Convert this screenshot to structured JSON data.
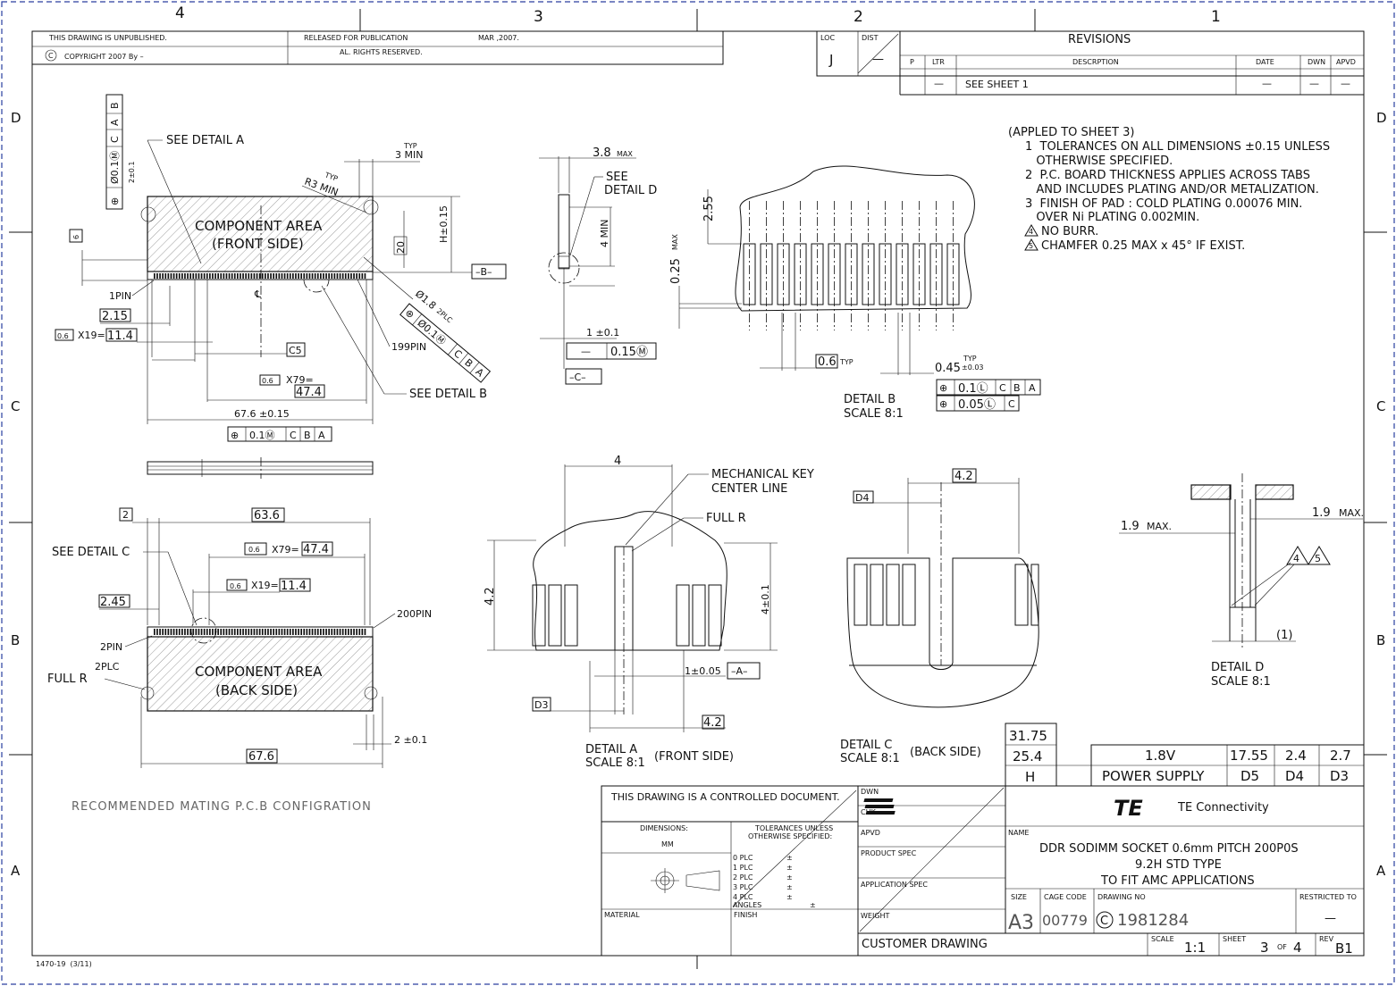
{
  "border": {
    "col_labels": [
      "4",
      "3",
      "2",
      "1"
    ],
    "row_labels": [
      "D",
      "C",
      "B",
      "A"
    ]
  },
  "header": {
    "unpublished": "THIS DRAWING IS UNPUBLISHED.",
    "released": "RELEASED FOR PUBLICATION",
    "release_date": "MAR ,2007.",
    "copyright": "COPYRIGHT 2007 By –",
    "rights": "AL. RIGHTS RESERVED."
  },
  "revisions": {
    "loc_label": "LOC",
    "loc_value": "J",
    "dist_label": "DIST",
    "dist_value": "—",
    "title": "REVISIONS",
    "columns": [
      "P",
      "LTR",
      "DESCRPTION",
      "DATE",
      "DWN",
      "APVD"
    ],
    "row": {
      "ltr": "—",
      "description": "SEE SHEET 1",
      "date": "—",
      "dwn": "—",
      "apvd": "—"
    }
  },
  "notes": {
    "heading": "(APPLED TO SHEET 3)",
    "lines": [
      "1  TOLERANCES ON ALL DIMENSIONS ±0.15 UNLESS",
      "   OTHERWISE SPECIFIED.",
      "2  P.C. BOARD THICKNESS APPLIES ACROSS TABS",
      "   AND INCLUDES PLATING AND/OR METALIZATION.",
      "3  FINISH OF PAD : COLD PLATING 0.00076 MIN.",
      "   OVER Ni PLATING 0.002MIN."
    ],
    "flag4": "NO BURR.",
    "flag5": "CHAMFER 0.25 MAX x 45° IF EXIST.",
    "flag4_num": "4",
    "flag5_num": "5"
  },
  "front_view": {
    "area_line1": "COMPONENT AREA",
    "area_line2": "(FRONT SIDE)",
    "see_detail_a": "SEE DETAIL A",
    "see_detail_b": "SEE DETAIL B",
    "pin1": "1PIN",
    "pin199": "199PIN",
    "typ": "TYP",
    "three_min": "3 MIN",
    "r3": "R3 MIN",
    "r3typ": "TYP",
    "h": "H±0.15",
    "dim20": "20",
    "datum_b": "–B–",
    "dim_6": "6",
    "dim_215": "2.15",
    "dim_06a": "0.6",
    "x19": "X19=",
    "dim_114": "11.4",
    "c5": "C5",
    "dim_06b": "0.6",
    "x79": "X79=",
    "dim_474": "47.4",
    "dim_676": "67.6 ±0.15",
    "fcf_bottom": [
      "⊕",
      "0.1Ⓜ",
      "C",
      "B",
      "A"
    ],
    "fcf_left": [
      "⊕",
      "Ø0.1Ⓜ",
      "C",
      "A",
      "B"
    ],
    "dim_2": "2±0.1",
    "hole": "Ø1.8",
    "hole_plc": "2PLC",
    "fcf_hole": [
      "⊕",
      "Ø0.1Ⓜ",
      "C",
      "B",
      "A"
    ],
    "cl": "℄"
  },
  "detail_d_side": {
    "dim_38": "3.8",
    "max": "MAX",
    "see_detail_d": "SEE",
    "see_detail_d2": "DETAIL D",
    "four_min": "4 MIN",
    "one_tol": "1 ±0.1",
    "fcf": [
      "—",
      "0.15Ⓜ"
    ],
    "datum_c": "–C–"
  },
  "detail_b": {
    "dim_255": "2.55",
    "dim_025": "0.25",
    "max": "MAX",
    "dim_06": "0.6",
    "typ": "TYP",
    "dim_045": "0.45",
    "tol_045": "±0.03",
    "typ2": "TYP",
    "fcf1": [
      "⊕",
      "0.1Ⓛ",
      "C",
      "B",
      "A"
    ],
    "fcf2": [
      "⊕",
      "0.05Ⓛ",
      "C"
    ],
    "title": "DETAIL B",
    "scale": "SCALE 8:1"
  },
  "back_view": {
    "area_line1": "COMPONENT AREA",
    "area_line2": "(BACK SIDE)",
    "see_detail_c": "SEE DETAIL C",
    "pin2": "2PIN",
    "pin200": "200PIN",
    "full_r": "FULL R",
    "plc": "2PLC",
    "dim_2": "2",
    "dim_636": "63.6",
    "dim_06a": "0.6",
    "x79": "X79=",
    "dim_474": "47.4",
    "dim_06b": "0.6",
    "x19": "X19=",
    "dim_114": "11.4",
    "dim_245": "2.45",
    "dim_676": "67.6",
    "dim_2tol": "2 ±0.1",
    "caption": "RECOMMENDED MATING P.C.B CONFIGRATION"
  },
  "detail_a": {
    "dim_4": "4",
    "key_line1": "MECHANICAL KEY",
    "key_line2": "CENTER LINE",
    "full_r": "FULL R",
    "dim_42": "4.2",
    "dim_4tol": "4±0.1",
    "dim_1": "1±0.05",
    "datum_a": "–A–",
    "d3": "D3",
    "dim_42b": "4.2",
    "title": "DETAIL A",
    "scale": "SCALE 8:1",
    "side": "(FRONT SIDE)"
  },
  "detail_c": {
    "dim_42": "4.2",
    "d4": "D4",
    "title": "DETAIL C",
    "scale": "SCALE 8:1",
    "side": "(BACK SIDE)"
  },
  "detail_d": {
    "dim_19a": "1.9",
    "max_a": "MAX.",
    "dim_19b": "1.9",
    "max_b": "MAX.",
    "flag4": "4",
    "flag5": "5",
    "paren1": "(1)",
    "title": "DETAIL D",
    "scale": "SCALE 8:1"
  },
  "dim_table": {
    "h_values": [
      "31.75",
      "25.4"
    ],
    "h_label": "H",
    "voltage": "1.8V",
    "d5_val": "17.55",
    "d4_val": "2.4",
    "d3_val": "2.7",
    "power": "POWER SUPPLY",
    "d5": "D5",
    "d4": "D4",
    "d3": "D3"
  },
  "title_block": {
    "controlled": "THIS DRAWING IS A CONTROLLED DOCUMENT.",
    "dimensions": "DIMENSIONS:",
    "mm": "MM",
    "tol_line1": "TOLERANCES UNLESS",
    "tol_line2": "OTHERWISE SPECIFIED:",
    "tol_rows": [
      "0 PLC",
      "1 PLC",
      "2 PLC",
      "3 PLC",
      "4 PLC",
      "ANGLES"
    ],
    "pm": "±",
    "material": "MATERIAL",
    "finish": "FINISH",
    "dwn": "DWN",
    "chk": "CHK",
    "apvd": "APVD",
    "product_spec": "PRODUCT SPEC",
    "application_spec": "APPLICATION SPEC",
    "weight": "WEIGHT",
    "customer_drawing": "CUSTOMER DRAWING",
    "logo": "TE",
    "company": "TE Connectivity",
    "name_label": "NAME",
    "name_line1": "DDR SODIMM SOCKET 0.6mm PITCH 200P0S",
    "name_line2": "9.2H STD TYPE",
    "name_line3": "TO FIT AMC APPLICATIONS",
    "size_label": "SIZE",
    "size": "A3",
    "cage_label": "CAGE CODE",
    "cage": "00779",
    "dwg_label": "DRAWING NO",
    "dwg_prefix": "C",
    "dwg_no": "1981284",
    "restricted": "RESTRICTED TO",
    "restricted_val": "—",
    "scale_label": "SCALE",
    "scale": "1:1",
    "sheet_label": "SHEET",
    "sheet": "3",
    "of": "OF",
    "sheets": "4",
    "rev_label": "REV",
    "rev": "B1"
  },
  "footer": {
    "form": "1470-19  (3/11)"
  }
}
